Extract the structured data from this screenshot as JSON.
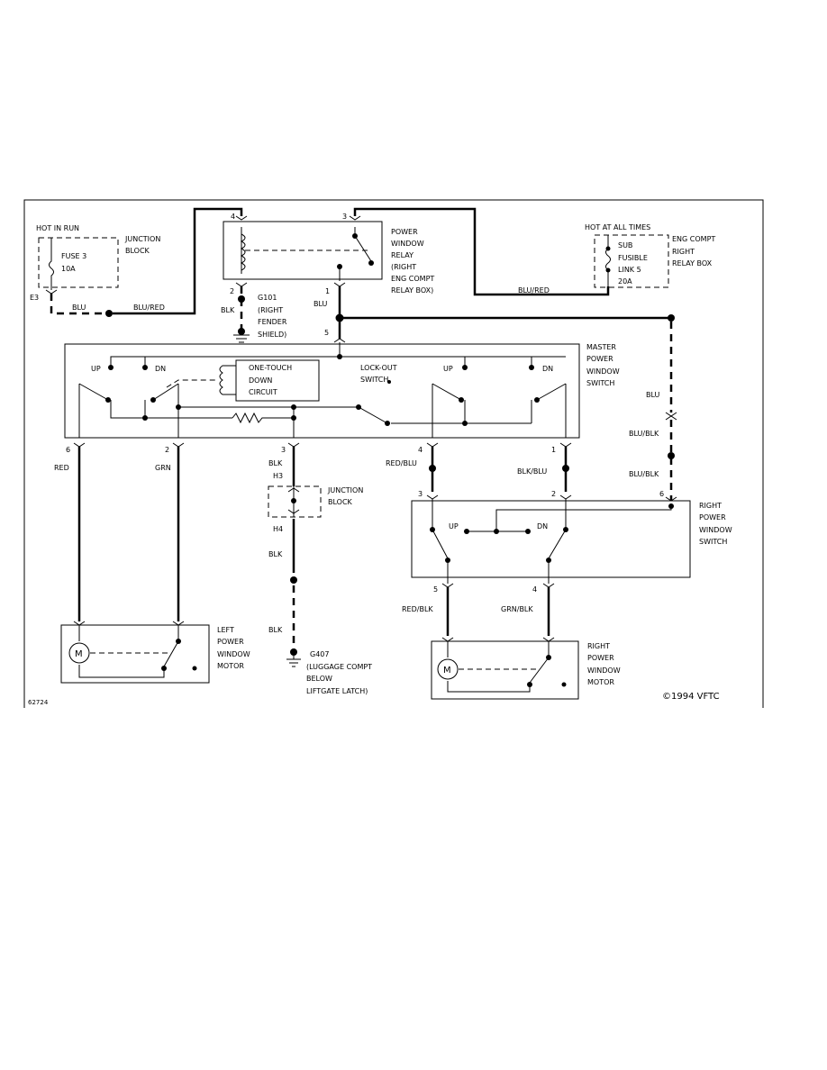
{
  "relay": {
    "title": [
      "POWER",
      "WINDOW",
      "RELAY",
      "(RIGHT",
      "ENG COMPT",
      "RELAY BOX)"
    ],
    "pin4": "4",
    "pin3": "3",
    "pin2": "2",
    "pin1": "1"
  },
  "hot_in_run": "HOT IN RUN",
  "junction_block_top": [
    "JUNCTION",
    "BLOCK"
  ],
  "fuse3": {
    "name": "FUSE 3",
    "rating": "10A"
  },
  "connector_e3": "E3",
  "wire_blu_left": "BLU",
  "wire_blu_red_left": "BLU/RED",
  "wire_blk_g101": "BLK",
  "g101": [
    "G101",
    "(RIGHT",
    "FENDER",
    "SHIELD)"
  ],
  "wire_blu_relay": "BLU",
  "pin5_master": "5",
  "hot_at_all_times": "HOT AT ALL TIMES",
  "fusible_link": {
    "lines": [
      "SUB",
      "FUSIBLE",
      "LINK 5"
    ],
    "rating": "20A"
  },
  "eng_compt_box": [
    "ENG COMPT",
    "RIGHT",
    "RELAY BOX"
  ],
  "wire_blu_red_right": "BLU/RED",
  "master_switch": {
    "title": [
      "MASTER",
      "POWER",
      "WINDOW",
      "SWITCH"
    ],
    "up_left": "UP",
    "dn_left": "DN",
    "one_touch": [
      "ONE-TOUCH",
      "DOWN",
      "CIRCUIT"
    ],
    "lockout": [
      "LOCK-OUT",
      "SWITCH"
    ],
    "up_right": "UP",
    "dn_right": "DN",
    "pins": {
      "p6": "6",
      "p2": "2",
      "p3": "3",
      "p4": "4",
      "p1": "1"
    }
  },
  "wire_blu_right": "BLU",
  "wire_blu_blk_1": "BLU/BLK",
  "wire_blu_blk_2": "BLU/BLK",
  "wire_red": "RED",
  "wire_grn": "GRN",
  "wire_blk_h3": "BLK",
  "conn_h3": "H3",
  "junction_block_mid": [
    "JUNCTION",
    "BLOCK"
  ],
  "conn_h4": "H4",
  "wire_blk_mid": "BLK",
  "wire_blk_low": "BLK",
  "g407": [
    "G407",
    "(LUGGAGE COMPT",
    "BELOW",
    "LIFTGATE LATCH)"
  ],
  "wire_red_blu": "RED/BLU",
  "wire_blk_blu": "BLK/BLU",
  "right_switch": {
    "title": [
      "RIGHT",
      "POWER",
      "WINDOW",
      "SWITCH"
    ],
    "up": "UP",
    "dn": "DN",
    "pin3": "3",
    "pin2": "2",
    "pin6": "6",
    "pin5": "5",
    "pin4": "4"
  },
  "wire_red_blk": "RED/BLK",
  "wire_grn_blk": "GRN/BLK",
  "left_motor": {
    "title": [
      "LEFT",
      "POWER",
      "WINDOW",
      "MOTOR"
    ],
    "symbol": "M"
  },
  "right_motor": {
    "title": [
      "RIGHT",
      "POWER",
      "WINDOW",
      "MOTOR"
    ],
    "symbol": "M"
  },
  "copyright": "©1994 VFTC",
  "figure_id": "62724"
}
